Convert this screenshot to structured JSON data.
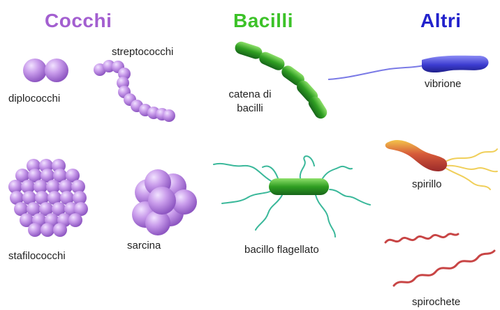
{
  "headings": {
    "cocchi": "Cocchi",
    "bacilli": "Bacilli",
    "altri": "Altri"
  },
  "labels": {
    "diplococchi": "diplococchi",
    "streptococchi": "streptococchi",
    "stafilococchi": "stafilococchi",
    "sarcina": "sarcina",
    "catena_di_bacilli_line1": "catena di",
    "catena_di_bacilli_line2": "bacilli",
    "bacillo_flagellato": "bacillo flagellato",
    "vibrione": "vibrione",
    "spirillo": "spirillo",
    "spirochete": "spirochete"
  },
  "colors": {
    "cocchi": "#a35fd0",
    "bacilli": "#3cc228",
    "altri": "#2222cc",
    "coccus_fill": "#c9a0ec",
    "bacillus_fill": "#3aa82a",
    "vibrio_fill": "#4a4ad8",
    "spirillum_fill": "#c03838",
    "spirochete_fill": "#c84545"
  }
}
